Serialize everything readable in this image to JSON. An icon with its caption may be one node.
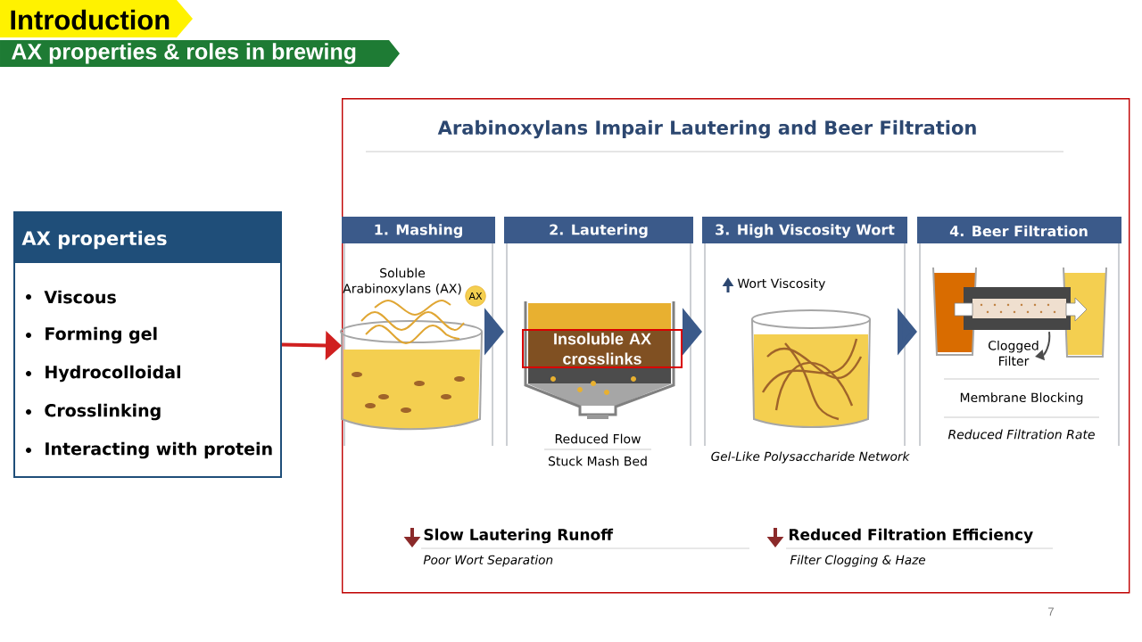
{
  "diagram": {
    "nodes": [
      {
        "text": [
          "Introduction"
        ]
      },
      {
        "text": [
          "AX properties & roles in brewing"
        ]
      },
      {
        "text": [
          "AX properties",
          "Viscous",
          "Forming gel",
          "Hydrocolloidal",
          "Crosslinking",
          "Interacting with protein"
        ]
      },
      {
        "text": [
          "Arabinoxylans Impair Lautering and Beer Filtration"
        ]
      },
      {
        "text": [
          "1. Mashing",
          "Soluble Arabinoxylans (AX)"
        ],
        "in": 3
      },
      {
        "text": [
          "AX"
        ],
        "in": 4
      },
      {
        "text": [
          "2. Lautering",
          "Reduced Flow",
          "Stuck Mash Bed"
        ],
        "in": 3
      },
      {
        "text": [
          "Insoluble AX crosslinks"
        ],
        "in": 6
      },
      {
        "text": [
          "3. High Viscosity Wort",
          "Wort Viscosity",
          "Gel-Like Polysaccharide Network"
        ],
        "in": 3
      },
      {
        "text": [
          "4. Beer Filtration",
          "Clogged Filter",
          "Membrane Blocking",
          "Reduced Filtration Rate"
        ],
        "in": 3
      }
    ],
    "edges": [
      {
        "from": 2,
        "to": 3,
        "arrow": "to",
        "color": "#d02020"
      },
      {
        "from": 4,
        "to": 6,
        "arrow": "to",
        "style": "thick"
      },
      {
        "from": 6,
        "to": 8,
        "arrow": "to",
        "style": "thick"
      },
      {
        "from": 8,
        "to": 9,
        "arrow": "to",
        "style": "thick"
      }
    ],
    "labels": [
      "Slow Lautering Runoff",
      "Poor Wort Separation",
      "Reduced Filtration Efficiency",
      "Filter Clogging & Haze",
      "7"
    ]
  }
}
